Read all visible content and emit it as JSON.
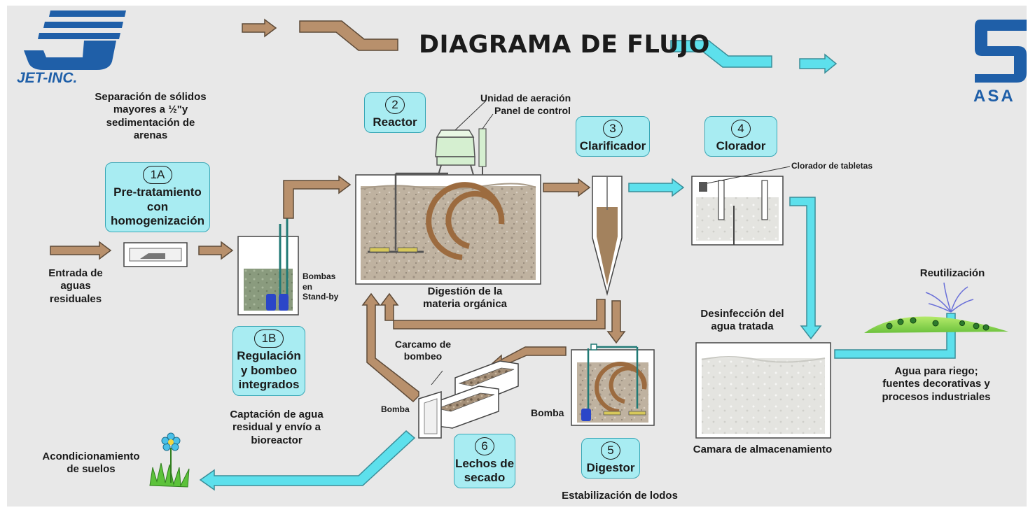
{
  "title": "DIAGRAMA DE FLUJO",
  "logos": {
    "left_text": "JET-INC.",
    "right_text": "ASA"
  },
  "steps": [
    {
      "id": "1A",
      "number": "1A",
      "lines": [
        "Pre-tratamiento",
        "con",
        "homogenización"
      ]
    },
    {
      "id": "1B",
      "number": "1B",
      "lines": [
        "Regulación",
        "y bombeo",
        "integrados"
      ]
    },
    {
      "id": "2",
      "number": "2",
      "lines": [
        "Reactor"
      ]
    },
    {
      "id": "3",
      "number": "3",
      "lines": [
        "Clarificador"
      ]
    },
    {
      "id": "4",
      "number": "4",
      "lines": [
        "Clorador"
      ]
    },
    {
      "id": "5",
      "number": "5",
      "lines": [
        "Digestor"
      ]
    },
    {
      "id": "6",
      "number": "6",
      "lines": [
        "Lechos de",
        "secado"
      ]
    }
  ],
  "labels": {
    "separacion": "Separación de sólidos\nmayores a ½\"y\nsedimentación de\narenas",
    "entrada": "Entrada de\naguas\nresiduales",
    "bombas_standby": "Bombas\nen\nStand-by",
    "captacion": "Captación de agua\nresidual y envío a\nbioreactor",
    "unidad_aeracion": "Unidad de aeración",
    "panel_control": "Panel de control",
    "digestion": "Digestión de la\nmateria orgánica",
    "clorador_tabletas": "Clorador de tabletas",
    "desinfeccion": "Desinfección del\nagua tratada",
    "camara": "Camara de almacenamiento",
    "reutilizacion": "Reutilización",
    "agua_riego": "Agua para riego;\nfuentes decorativas y\nprocesos industriales",
    "carcamo": "Carcamo de\nbombeo",
    "bomba_6": "Bomba",
    "bomba_5": "Bomba",
    "estabilizacion": "Estabilización de lodos",
    "acondicionamiento": "Acondicionamiento\nde suelos"
  },
  "colors": {
    "background": "#e8e8e8",
    "brown_pipe": "#b8906c",
    "cyan_pipe": "#5de0ec",
    "step_box": "#a8ecf2",
    "logo_blue": "#1f5fa8",
    "sludge": "#c3b6a4"
  }
}
